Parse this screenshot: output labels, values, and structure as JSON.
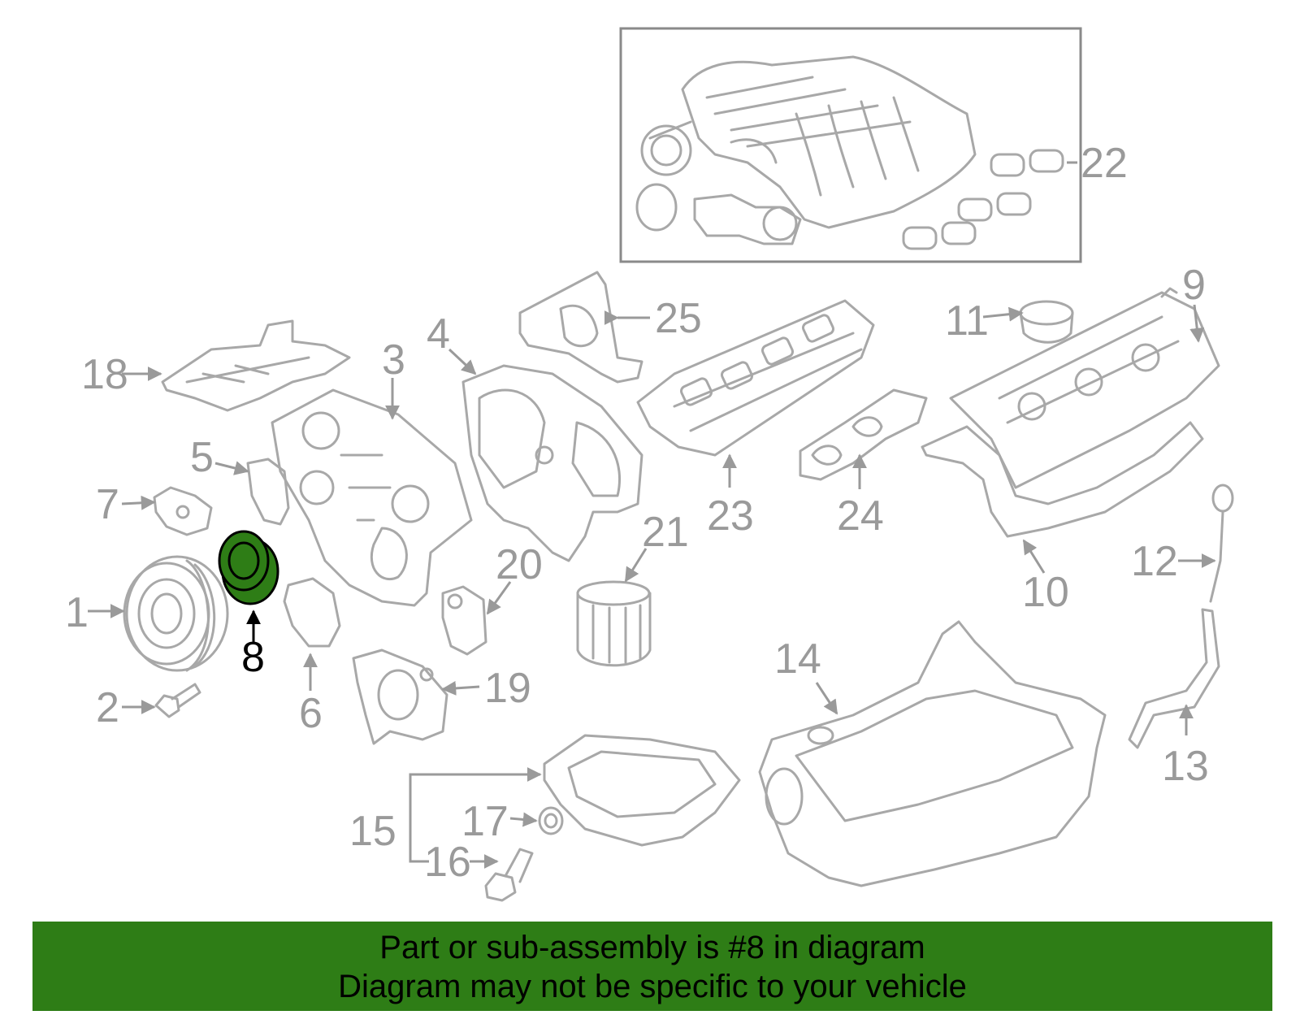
{
  "colors": {
    "banner_bg": "#2e7d16",
    "highlight_part": "#2e7d16",
    "part_stroke": "#a8a8a8",
    "label_gray": "#9a9a9a"
  },
  "diagram": {
    "highlighted_part": "8",
    "labels": {
      "p1": "1",
      "p2": "2",
      "p3": "3",
      "p4": "4",
      "p5": "5",
      "p6": "6",
      "p7": "7",
      "p8": "8",
      "p9": "9",
      "p10": "10",
      "p11": "11",
      "p12": "12",
      "p13": "13",
      "p14": "14",
      "p15": "15",
      "p16": "16",
      "p17": "17",
      "p18": "18",
      "p19": "19",
      "p20": "20",
      "p21": "21",
      "p22": "22",
      "p23": "23",
      "p24": "24",
      "p25": "25"
    }
  },
  "banner": {
    "line1": "Part or sub-assembly is #8 in diagram",
    "line2": "Diagram may not be specific to your vehicle"
  }
}
